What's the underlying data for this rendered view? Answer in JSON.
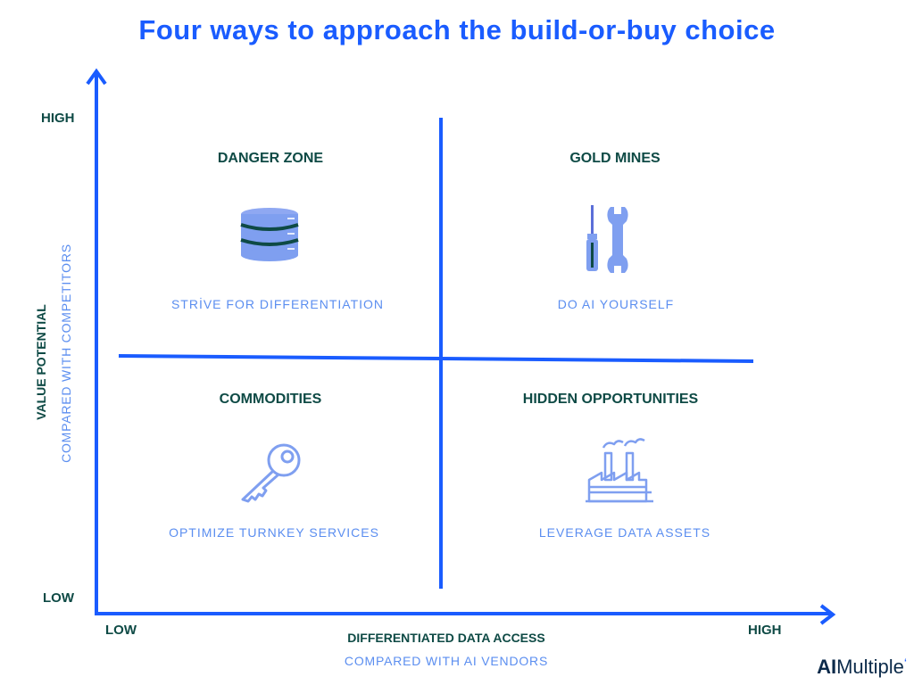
{
  "title": "Four ways to approach the build-or-buy choice",
  "y_axis": {
    "high": "HIGH",
    "low": "LOW",
    "title": "VALUE POTENTIAL",
    "subtitle": "COMPARED WITH COMPETITORS"
  },
  "x_axis": {
    "low": "LOW",
    "high": "HIGH",
    "title": "DIFFERENTIATED DATA ACCESS",
    "subtitle": "COMPARED WITH AI VENDORS"
  },
  "quadrants": [
    {
      "heading": "DANGER ZONE",
      "action": "STRİVE FOR DIFFERENTIATION",
      "icon": "database-icon"
    },
    {
      "heading": "GOLD MINES",
      "action": "DO AI YOURSELF",
      "icon": "tools-icon"
    },
    {
      "heading": "COMMODITIES",
      "action": "OPTIMIZE TURNKEY SERVICES",
      "icon": "key-icon"
    },
    {
      "heading": "HIDDEN OPPORTUNITIES",
      "action": "LEVERAGE DATA ASSETS",
      "icon": "factory-icon"
    }
  ],
  "logo": {
    "prefix": "AI",
    "suffix": "Multiple"
  },
  "colors": {
    "accent": "#1a5cff",
    "heading": "#0e4a45",
    "muted": "#5b8ef0",
    "icon_fill": "#7f9ff0"
  }
}
